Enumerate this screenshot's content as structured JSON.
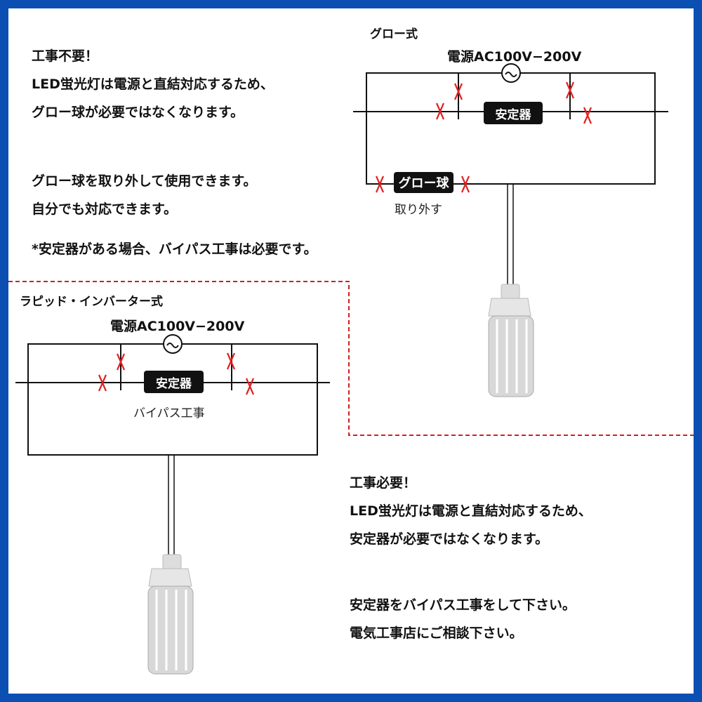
{
  "left_notes": {
    "line1": "工事不要！",
    "line2": "LED蛍光灯は電源と直結対応するため、",
    "line3": "グロー球が必要ではなくなります。",
    "line4": "グロー球を取り外して使用できます。",
    "line5": "自分でも対応できます。",
    "note": "*安定器がある場合、バイパス工事は必要です。"
  },
  "glow_diagram": {
    "title": "グロー式",
    "power": "電源AC100V−200V",
    "ballast": "安定器",
    "glow_bulb": "グロー球",
    "remove": "取り外す"
  },
  "rapid_diagram": {
    "title": "ラピッド・インバーター式",
    "power": "電源AC100V−200V",
    "ballast": "安定器",
    "bypass": "バイパス工事"
  },
  "right_notes": {
    "line1": "工事必要！",
    "line2": "LED蛍光灯は電源と直結対応するため、",
    "line3": "安定器が必要ではなくなります。",
    "line4": "安定器をバイパス工事をして下さい。",
    "line5": "電気工事店にご相談下さい。"
  },
  "colors": {
    "border": "#0b4fb3",
    "cross": "#e02020",
    "dash": "#d02020"
  }
}
